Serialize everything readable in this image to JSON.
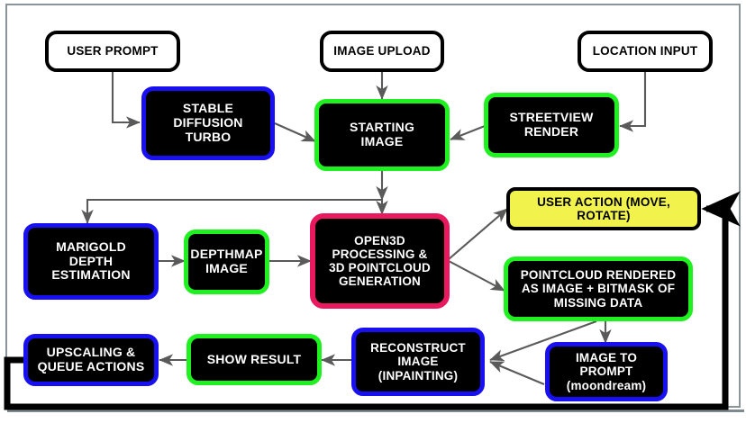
{
  "diagram": {
    "title": "Image Generation and 3D Pointcloud Pipeline Flowchart",
    "background_color": "#ffffff",
    "frame_color": "#8b9499",
    "palette": {
      "blue": "#1810f0",
      "green": "#1ff01f",
      "crimson": "#e8195e",
      "yellow": "#f2f24d",
      "black": "#000000",
      "white": "#ffffff",
      "arrow_gray": "#5a5a5a"
    },
    "nodes": [
      {
        "id": "user-prompt",
        "label": "USER PROMPT",
        "style": "plain"
      },
      {
        "id": "image-upload",
        "label": "IMAGE UPLOAD",
        "style": "plain"
      },
      {
        "id": "location-input",
        "label": "LOCATION INPUT",
        "style": "plain"
      },
      {
        "id": "stable-diffusion",
        "label": "STABLE\nDIFFUSION\nTURBO",
        "style": "blue"
      },
      {
        "id": "starting-image",
        "label": "STARTING\nIMAGE",
        "style": "green"
      },
      {
        "id": "streetview-render",
        "label": "STREETVIEW\nRENDER",
        "style": "green"
      },
      {
        "id": "marigold-depth",
        "label": "MARIGOLD\nDEPTH\nESTIMATION",
        "style": "blue"
      },
      {
        "id": "depthmap-image",
        "label": "DEPTHMAP\nIMAGE",
        "style": "green"
      },
      {
        "id": "open3d",
        "label": "OPEN3D\nPROCESSING &\n3D POINTCLOUD\nGENERATION",
        "style": "crimson"
      },
      {
        "id": "user-action",
        "label": "USER ACTION (MOVE,\nROTATE)",
        "style": "yellow"
      },
      {
        "id": "pointcloud-render",
        "label": "POINTCLOUD RENDERED\nAS IMAGE + BITMASK OF\nMISSING DATA",
        "style": "green"
      },
      {
        "id": "image-to-prompt",
        "label": "IMAGE TO\nPROMPT\n(moondream)",
        "style": "blue"
      },
      {
        "id": "reconstruct-image",
        "label": "RECONSTRUCT\nIMAGE\n(INPAINTING)",
        "style": "blue"
      },
      {
        "id": "show-result",
        "label": "SHOW RESULT",
        "style": "green"
      },
      {
        "id": "upscaling-queue",
        "label": "UPSCALING &\nQUEUE ACTIONS",
        "style": "blue"
      }
    ],
    "edges": [
      {
        "from": "user-prompt",
        "to": "stable-diffusion"
      },
      {
        "from": "stable-diffusion",
        "to": "starting-image"
      },
      {
        "from": "image-upload",
        "to": "starting-image"
      },
      {
        "from": "location-input",
        "to": "streetview-render"
      },
      {
        "from": "streetview-render",
        "to": "starting-image"
      },
      {
        "from": "starting-image",
        "to": "marigold-depth"
      },
      {
        "from": "starting-image",
        "to": "open3d"
      },
      {
        "from": "marigold-depth",
        "to": "depthmap-image"
      },
      {
        "from": "depthmap-image",
        "to": "open3d"
      },
      {
        "from": "open3d",
        "to": "user-action"
      },
      {
        "from": "open3d",
        "to": "pointcloud-render"
      },
      {
        "from": "pointcloud-render",
        "to": "image-to-prompt"
      },
      {
        "from": "pointcloud-render",
        "to": "reconstruct-image"
      },
      {
        "from": "image-to-prompt",
        "to": "reconstruct-image"
      },
      {
        "from": "reconstruct-image",
        "to": "show-result"
      },
      {
        "from": "show-result",
        "to": "upscaling-queue"
      },
      {
        "from": "upscaling-queue",
        "to": "user-action",
        "kind": "feedback-loop"
      }
    ]
  }
}
